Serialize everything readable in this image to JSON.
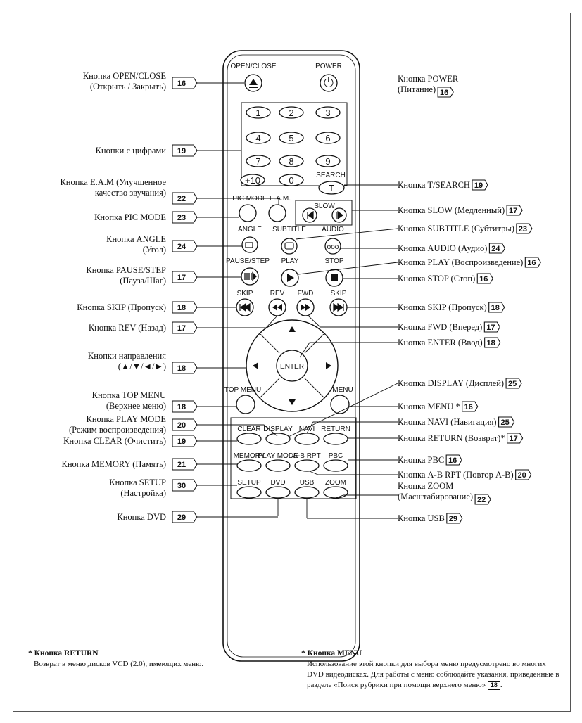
{
  "remote": {
    "buttons": {
      "open_close": "OPEN/CLOSE",
      "power": "POWER",
      "digits": [
        "1",
        "2",
        "3",
        "4",
        "5",
        "6",
        "7",
        "8",
        "9",
        "+10",
        "0"
      ],
      "search": "SEARCH",
      "t": "T",
      "pic_mode": "PIC MODE",
      "eam": "E.A.M.",
      "slow": "SLOW",
      "angle": "ANGLE",
      "subtitle": "SUBTITLE",
      "audio": "AUDIO",
      "pause_step": "PAUSE/STEP",
      "play": "PLAY",
      "stop": "STOP",
      "skip": "SKIP",
      "rev": "REV",
      "fwd": "FWD",
      "enter": "ENTER",
      "top_menu": "TOP MENU",
      "menu": "MENU",
      "clear": "CLEAR",
      "display": "DISPLAY",
      "navi": "NAVI",
      "return": "RETURN",
      "memory": "MEMORY",
      "play_mode": "PLAY MODE",
      "ab_rpt": "A-B RPT",
      "pbc": "PBC",
      "setup": "SETUP",
      "dvd": "DVD",
      "usb": "USB",
      "zoom": "ZOOM"
    }
  },
  "callouts_left": [
    {
      "lines": [
        "Кнопка OPEN/CLOSE",
        "(Открыть / Закрыть)"
      ],
      "page": "16"
    },
    {
      "lines": [
        "Кнопки с цифрами"
      ],
      "page": "19"
    },
    {
      "lines": [
        "Кнопка E.A.M (Улучшенное",
        "качество звучания)"
      ],
      "page": "22"
    },
    {
      "lines": [
        "Кнопка PIC MODE"
      ],
      "page": "23"
    },
    {
      "lines": [
        "Кнопка ANGLE",
        "(Угол)"
      ],
      "page": "24"
    },
    {
      "lines": [
        "Кнопка PAUSE/STEP",
        "(Пауза/Шаг)"
      ],
      "page": "17"
    },
    {
      "lines": [
        "Кнопка SKIP (Пропуск)"
      ],
      "page": "18"
    },
    {
      "lines": [
        "Кнопка REV (Назад)"
      ],
      "page": "17"
    },
    {
      "lines": [
        "Кнопки направления",
        "(▲/▼/◄/►)"
      ],
      "page": "18"
    },
    {
      "lines": [
        "Кнопка TOP MENU",
        "(Верхнее меню)"
      ],
      "page": "18"
    },
    {
      "lines": [
        "Кнопка PLAY MODE",
        "(Режим воспроизведения)"
      ],
      "page": "20"
    },
    {
      "lines": [
        "Кнопка CLEAR (Очистить)"
      ],
      "page": "19"
    },
    {
      "lines": [
        "Кнопка MEMORY (Память)"
      ],
      "page": "21"
    },
    {
      "lines": [
        "Кнопка SETUP",
        "(Настройка)"
      ],
      "page": "30"
    },
    {
      "lines": [
        "Кнопка DVD"
      ],
      "page": "29"
    }
  ],
  "callouts_right": [
    {
      "lines": [
        "Кнопка POWER",
        "(Питание)"
      ],
      "page": "16"
    },
    {
      "lines": [
        "Кнопка T/SEARCH"
      ],
      "page": "19"
    },
    {
      "lines": [
        "Кнопка SLOW (Медленный)"
      ],
      "page": "17"
    },
    {
      "lines": [
        "Кнопка SUBTITLE (Субтитры)"
      ],
      "page": "23"
    },
    {
      "lines": [
        "Кнопка AUDIO (Аудио)"
      ],
      "page": "24"
    },
    {
      "lines": [
        "Кнопка PLAY (Воспроизведение)"
      ],
      "page": "16"
    },
    {
      "lines": [
        "Кнопка STOP (Стоп)"
      ],
      "page": "16"
    },
    {
      "lines": [
        "Кнопка SKIP (Пропуск)"
      ],
      "page": "18"
    },
    {
      "lines": [
        "Кнопка FWD (Вперед)"
      ],
      "page": "17"
    },
    {
      "lines": [
        "Кнопка ENTER (Ввод)"
      ],
      "page": "18"
    },
    {
      "lines": [
        "Кнопка DISPLAY (Дисплей)"
      ],
      "page": "25"
    },
    {
      "lines": [
        "Кнопка MENU *"
      ],
      "page": "16"
    },
    {
      "lines": [
        "Кнопка NAVI (Навигация)"
      ],
      "page": "25"
    },
    {
      "lines": [
        "Кнопка RETURN (Возврат)*"
      ],
      "page": "17"
    },
    {
      "lines": [
        "Кнопка PBC"
      ],
      "page": "16"
    },
    {
      "lines": [
        "Кнопка A-B RPT (Повтор A-B)"
      ],
      "page": "20"
    },
    {
      "lines": [
        "Кнопка ZOOM",
        "(Масштабирование)"
      ],
      "page": "22"
    },
    {
      "lines": [
        "Кнопка USB"
      ],
      "page": "29"
    }
  ],
  "notes": {
    "return": {
      "title": "* Кнопка RETURN",
      "body": "Возврат в меню дисков VCD (2.0), имеющих меню."
    },
    "menu": {
      "title": "* Кнопка MENU",
      "body": "Использование этой кнопки для выбора меню предусмотрено во многих DVD видеодисках. Для работы с меню соблюдайте указания, приведенные в разделе «Поиск рубрики при помощи верхнего меню»",
      "page": "18",
      "end": "."
    }
  }
}
